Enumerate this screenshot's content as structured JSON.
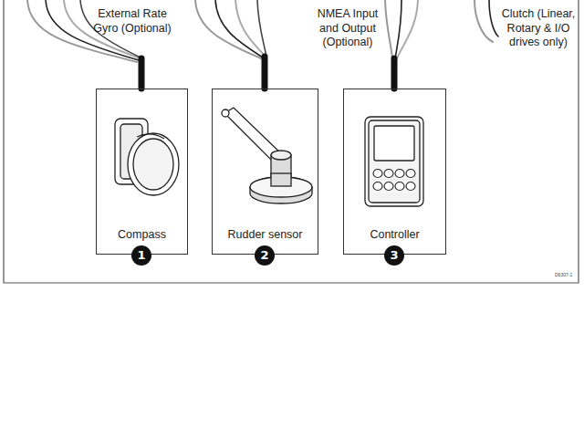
{
  "diagram": {
    "nodes": [
      {
        "text": [
          "Compass"
        ]
      },
      {
        "text": [
          "Rudder sensor"
        ]
      },
      {
        "text": [
          "Controller"
        ]
      }
    ],
    "labels": [
      "External Rate Gyro (Optional)",
      "NMEA Input and Output (Optional)",
      "Clutch (Linear, Rotary & I/O drives only)",
      "1",
      "2",
      "3",
      "D6307-1"
    ]
  }
}
